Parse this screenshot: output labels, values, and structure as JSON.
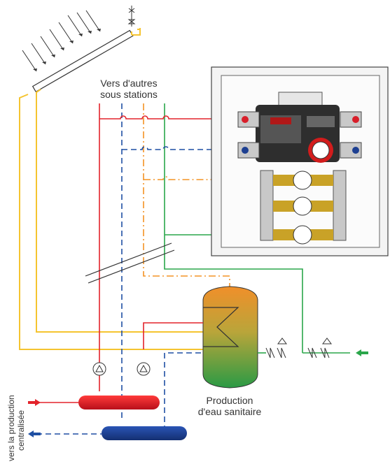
{
  "labels": {
    "other_stations_line1": "Vers d'autres",
    "other_stations_line2": "sous stations",
    "dhw_line1": "Production",
    "dhw_line2": "d'eau sanitaire",
    "central_line1": "vers la production",
    "central_line2": "centralisée"
  },
  "colors": {
    "hot": "#e3232b",
    "cold": "#1f4fa3",
    "orange": "#f39325",
    "green": "#2aa64a",
    "yellow": "#f5c430",
    "tank_top": "#f08f2a",
    "tank_bottom": "#2a9a45",
    "red_header": "#d81e2a",
    "blue_header": "#1d3f91"
  },
  "icons": [
    "solar-panel-icon",
    "air-vent-icon",
    "sun-rays-icon",
    "pump-icon",
    "check-valve-icon",
    "arrow-in-icon",
    "arrow-out-icon"
  ]
}
